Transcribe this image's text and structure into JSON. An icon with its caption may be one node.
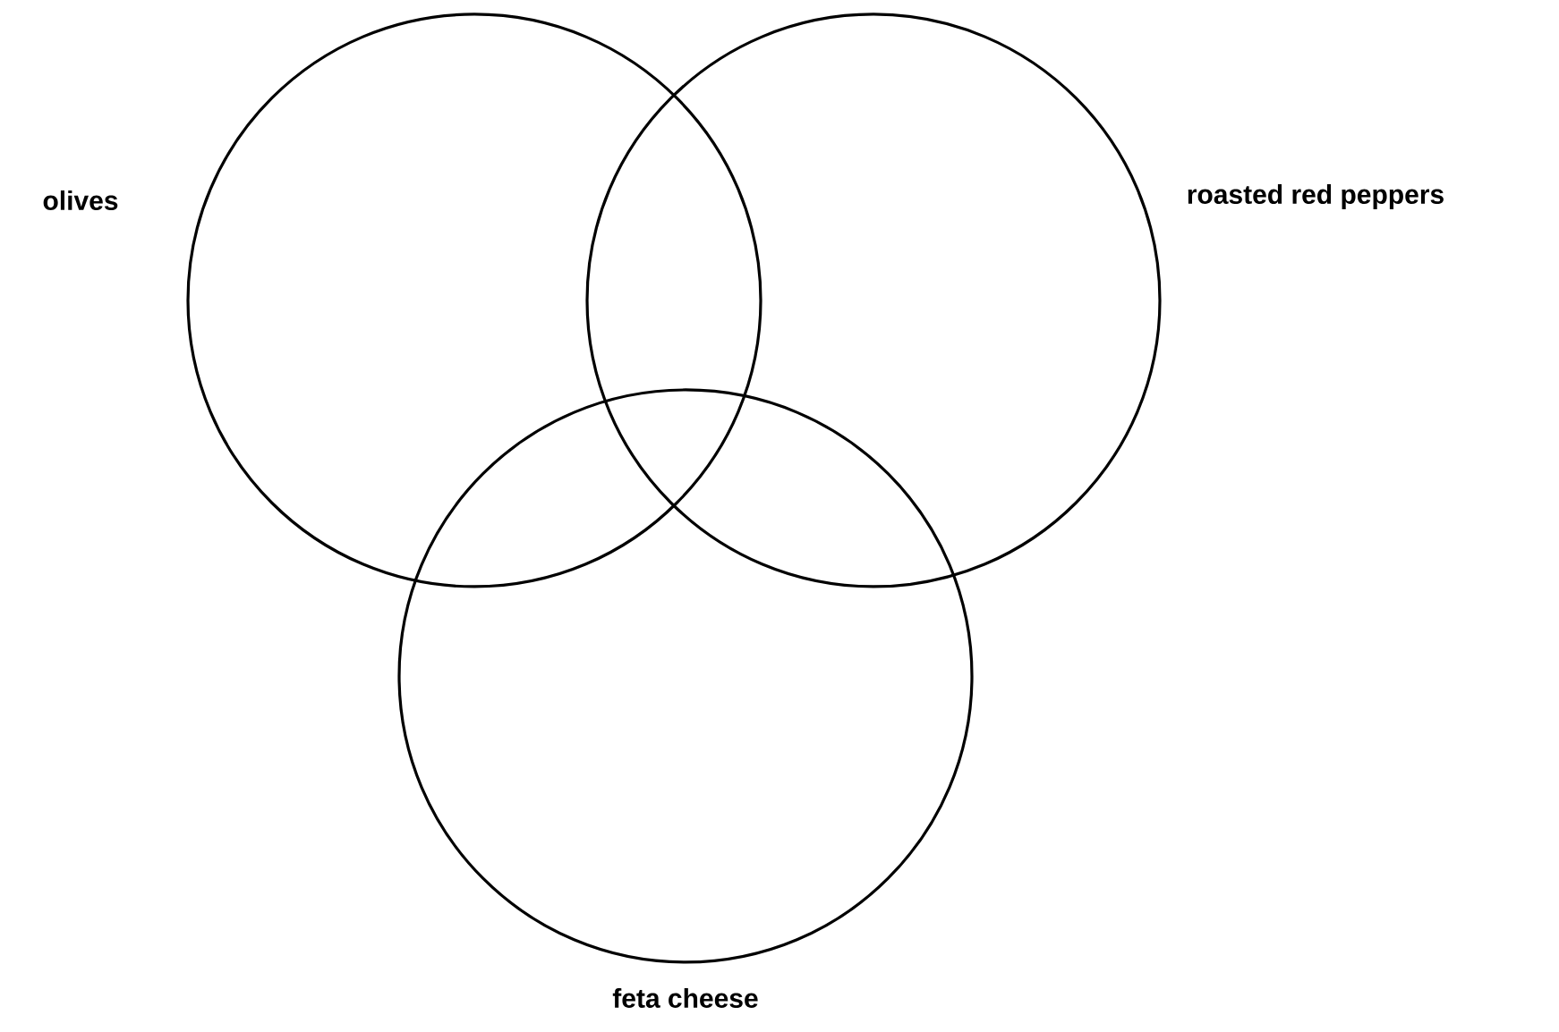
{
  "diagram": {
    "nodes": [
      {
        "text": [],
        "shape": "circle",
        "beside": [
          "olives"
        ]
      },
      {
        "text": [],
        "shape": "circle",
        "beside": [
          "roasted red peppers"
        ]
      },
      {
        "text": [],
        "shape": "circle",
        "beside": [
          "feta cheese"
        ]
      }
    ]
  }
}
